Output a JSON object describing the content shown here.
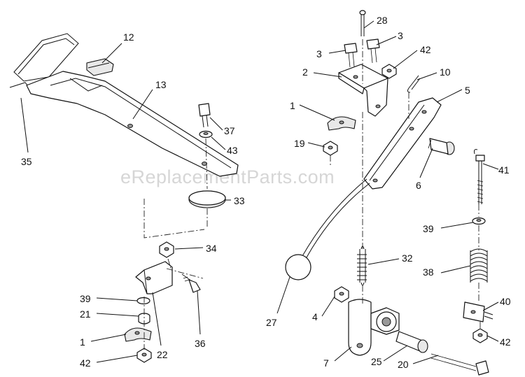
{
  "watermark": "eReplacementParts.com",
  "callouts": [
    "12",
    "13",
    "35",
    "37",
    "43",
    "33",
    "34",
    "39",
    "21",
    "1",
    "42",
    "22",
    "36",
    "28",
    "3",
    "3",
    "42",
    "2",
    "10",
    "5",
    "1",
    "19",
    "6",
    "41",
    "39",
    "38",
    "32",
    "27",
    "4",
    "7",
    "25",
    "20",
    "40",
    "42"
  ]
}
